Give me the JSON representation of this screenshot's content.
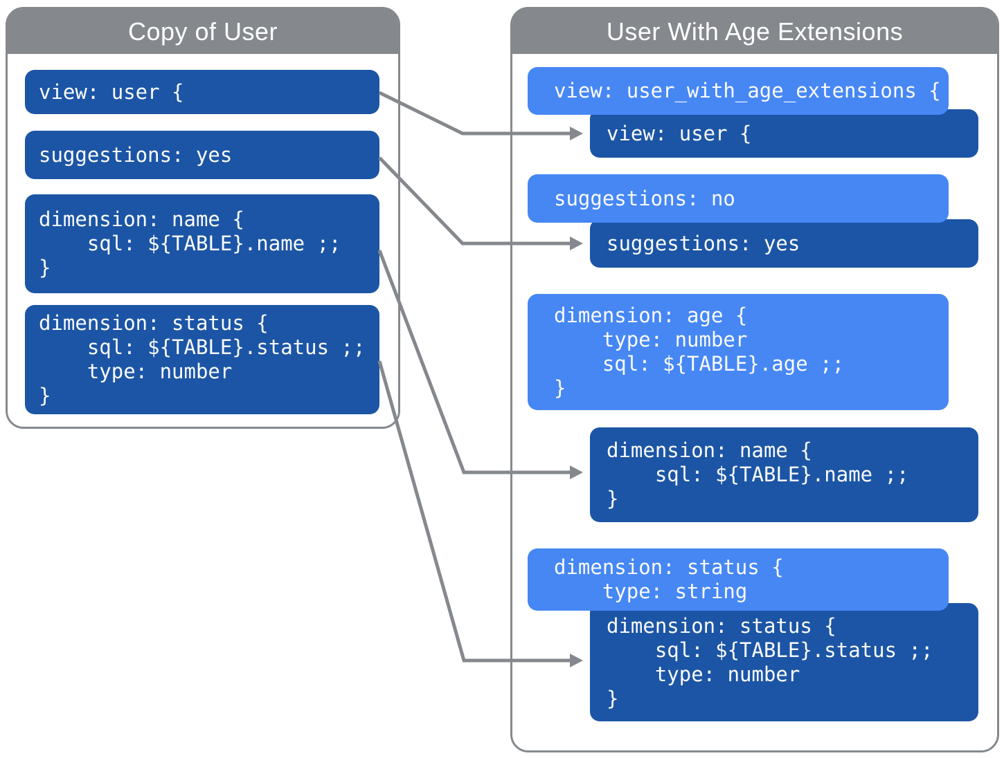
{
  "colors": {
    "dark_blue": "#1C55A5",
    "light_blue": "#4687F4",
    "header_gray": "#85898D",
    "arrow_gray": "#85888C",
    "text_white": "#FFFFFF"
  },
  "left_panel": {
    "title": "Copy of User",
    "blocks": {
      "view": {
        "lines": [
          "view: user {"
        ]
      },
      "suggestions": {
        "lines": [
          "suggestions: yes"
        ]
      },
      "dimension_name": {
        "lines": [
          "dimension: name {",
          "    sql: ${TABLE}.name ;;",
          "}"
        ]
      },
      "dimension_status": {
        "lines": [
          "dimension: status {",
          "    sql: ${TABLE}.status ;;",
          "    type: number",
          "}"
        ]
      }
    }
  },
  "right_panel": {
    "title": "User With Age Extensions",
    "blocks": {
      "view_extension": {
        "lines": [
          "view: user_with_age_extensions {"
        ]
      },
      "view_inherited": {
        "lines": [
          "view: user {"
        ]
      },
      "suggestions_extension": {
        "lines": [
          "suggestions: no"
        ]
      },
      "suggestions_inherited": {
        "lines": [
          "suggestions: yes"
        ]
      },
      "dimension_age": {
        "lines": [
          "dimension: age {",
          "    type: number",
          "    sql: ${TABLE}.age ;;",
          "}"
        ]
      },
      "dimension_name_inherited": {
        "lines": [
          "dimension: name {",
          "    sql: ${TABLE}.name ;;",
          "}"
        ]
      },
      "dimension_status_extension": {
        "lines": [
          "dimension: status {",
          "    type: string"
        ]
      },
      "dimension_status_inherited": {
        "lines": [
          "dimension: status {",
          "    sql: ${TABLE}.status ;;",
          "    type: number",
          "}"
        ]
      }
    }
  }
}
